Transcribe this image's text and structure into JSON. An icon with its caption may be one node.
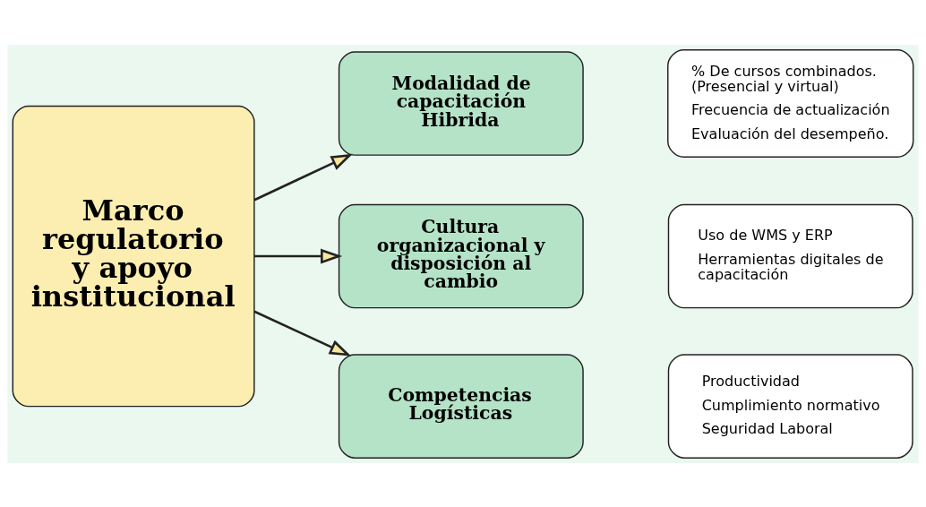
{
  "diagram": {
    "nodes": [
      {
        "text": [
          "Marco regulatorio y apoyo institucional"
        ]
      },
      {
        "text": [
          "Modalidad de capacitación Hibrida"
        ]
      },
      {
        "text": [
          "% De cursos combinados. (Presencial y virtual)",
          "Frecuencia de actualización",
          "Evaluación del desempeño."
        ]
      },
      {
        "text": [
          "Cultura organizacional y disposición al cambio"
        ]
      },
      {
        "text": [
          "Uso de WMS y ERP",
          "Herramientas digitales de capacitación"
        ]
      },
      {
        "text": [
          "Competencias Logísticas"
        ]
      },
      {
        "text": [
          "Productividad",
          "Cumplimiento normativo",
          "Seguridad Laboral"
        ]
      }
    ],
    "edges": [
      {
        "from": 0,
        "to": 1,
        "arrow": "to"
      },
      {
        "from": 0,
        "to": 3,
        "arrow": "to"
      },
      {
        "from": 0,
        "to": 5,
        "arrow": "to"
      }
    ]
  }
}
